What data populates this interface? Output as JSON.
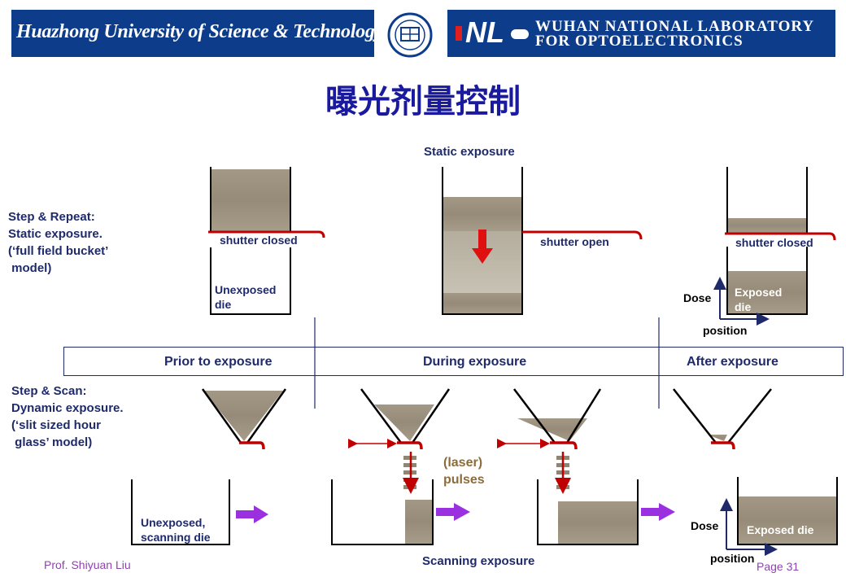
{
  "header": {
    "university": "Huazhong University of Science & Technology",
    "lab_logo": "NL",
    "lab_line1": "WUHAN NATIONAL LABORATORY",
    "lab_line2": "FOR OPTOELECTRONICS"
  },
  "title": "曝光剂量控制",
  "step_repeat": {
    "heading": "Static exposure",
    "label_lines": [
      "Step & Repeat:",
      "Static exposure.",
      "(‘full field bucket’",
      " model)"
    ],
    "before": {
      "shutter": "shutter closed",
      "die_lines": [
        "Unexposed",
        "die"
      ]
    },
    "during": {
      "shutter": "shutter open"
    },
    "after": {
      "shutter": "shutter closed",
      "die_lines": [
        "Exposed",
        "die"
      ],
      "y_axis": "Dose",
      "x_axis": "position"
    }
  },
  "phases": [
    "Prior to exposure",
    "During exposure",
    "After exposure"
  ],
  "step_scan": {
    "label_lines": [
      "Step & Scan:",
      "Dynamic exposure.",
      "(‘slit sized hour",
      " glass’ model)"
    ],
    "before_die_lines": [
      "Unexposed,",
      "scanning die"
    ],
    "pulses_lines": [
      "(laser)",
      "pulses"
    ],
    "after": {
      "die": "Exposed die",
      "y_axis": "Dose",
      "x_axis": "position"
    },
    "footer": "Scanning exposure"
  },
  "footer": {
    "author": "Prof. Shiyuan Liu",
    "page": "Page 31"
  },
  "colors": {
    "banner": "#0d3c8a",
    "title": "#1a1a9e",
    "label": "#1f2a6b",
    "shutter": "#c00000",
    "arrow": "#8a2be2",
    "fill": "#9c917f",
    "pulses_text": "#8b6d3a"
  }
}
